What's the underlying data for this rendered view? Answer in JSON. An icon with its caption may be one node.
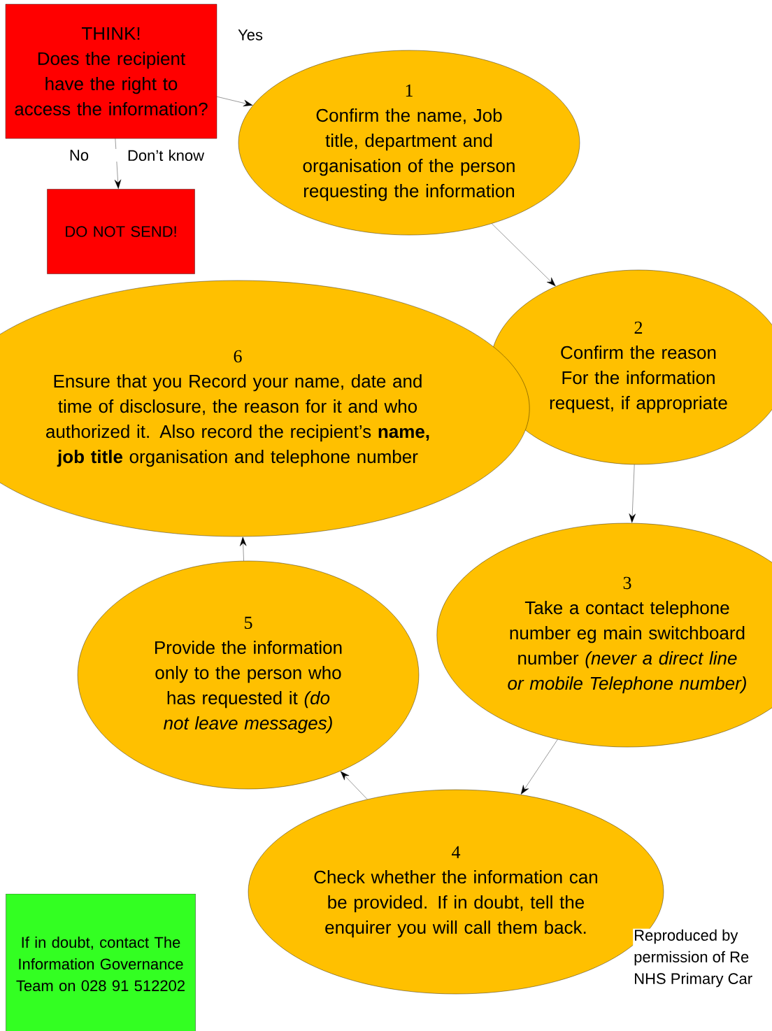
{
  "diagram": {
    "nodes": [
      {
        "text": [
          "THINK!",
          "Does the recipient have the right to access the information?"
        ]
      },
      {
        "text": [
          "DO NOT SEND!"
        ]
      },
      {
        "text": [
          "1",
          "Confirm the name, Job title, department and organisation of the person requesting the information"
        ]
      },
      {
        "text": [
          "2",
          "Confirm the reason For the information request, if appropriate"
        ]
      },
      {
        "text": [
          "3",
          "Take a contact telephone number eg main switchboard number *(never a direct line or mobile Telephone number)*"
        ]
      },
      {
        "text": [
          "4",
          "Check whether the information can be provided.  If in doubt, tell the enquirer you will call them back."
        ]
      },
      {
        "text": [
          "5",
          "Provide the information only to the person who has requested it *(do not leave messages)*"
        ]
      },
      {
        "text": [
          "6",
          "Ensure that you Record your name, date and time of disclosure, the reason for it and who authorized it.  Also record the recipient’s **name, job title** organisation and telephone number"
        ]
      },
      {
        "text": [
          "If in doubt, contact The Information Governance Team on 028 91 512202"
        ]
      }
    ],
    "edges": [
      {
        "from": 0,
        "to": 2,
        "arrow": "to",
        "label": "Yes"
      },
      {
        "from": 0,
        "to": 1,
        "arrow": "to",
        "label": "No"
      },
      {
        "from": 2,
        "to": 3,
        "arrow": "to"
      },
      {
        "from": 3,
        "to": 4,
        "arrow": "to"
      },
      {
        "from": 4,
        "to": 5,
        "arrow": "to"
      },
      {
        "from": 5,
        "to": 6,
        "arrow": "to"
      },
      {
        "from": 6,
        "to": 7,
        "arrow": "to"
      }
    ],
    "labels": [
      "Don’t know",
      "Reproduced by permission of Re NHS Primary Car"
    ]
  }
}
